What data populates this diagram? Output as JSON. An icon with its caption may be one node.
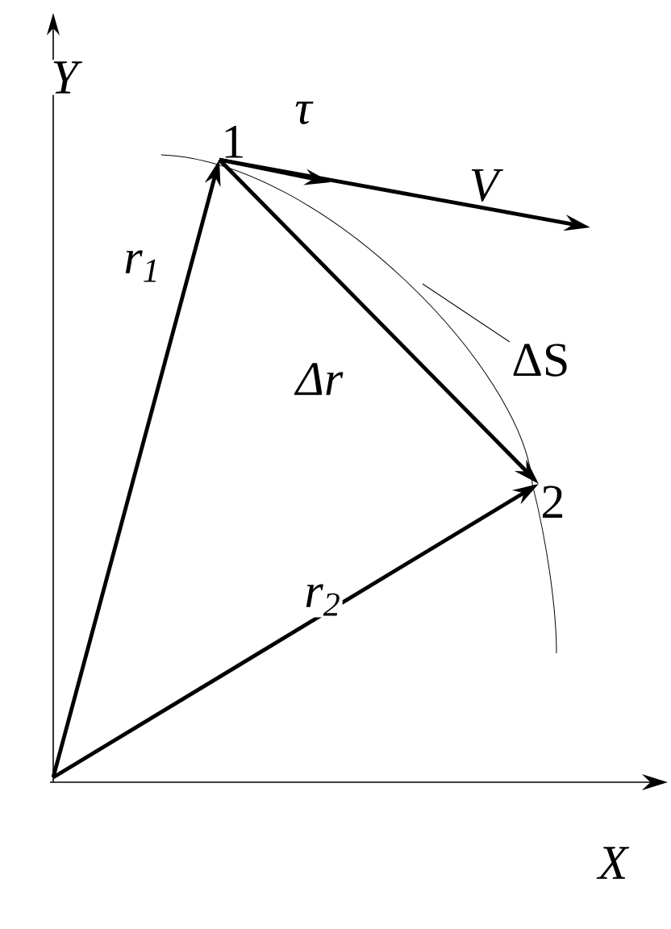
{
  "diagram": {
    "nodes": [
      {
        "text": [
          "1"
        ]
      },
      {
        "text": [
          "2"
        ]
      },
      {
        "text": [
          "ΔS"
        ]
      }
    ],
    "edges": [
      {
        "from": null,
        "to": 0,
        "arrow": "to",
        "label": "r$_{1}$"
      },
      {
        "from": null,
        "to": 1,
        "arrow": "to",
        "label": "r$_{2}$"
      },
      {
        "from": 0,
        "to": 1,
        "arrow": "to",
        "label": "Δr"
      },
      {
        "from": 0,
        "to": null,
        "arrow": "to",
        "label": "τ"
      },
      {
        "from": 0,
        "to": null,
        "arrow": "to",
        "label": "V"
      },
      {
        "from": 2,
        "to": null,
        "arrow": "none"
      }
    ],
    "labels": [
      "Y",
      "X"
    ]
  }
}
